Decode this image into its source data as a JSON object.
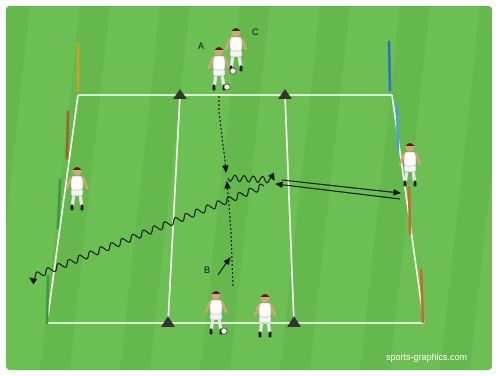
{
  "players": [
    {
      "name": "player-a",
      "label": "A",
      "facing": "down"
    },
    {
      "name": "player-c",
      "label": "C",
      "facing": "down"
    },
    {
      "name": "player-b",
      "label": "B",
      "facing": "up"
    },
    {
      "name": "player-bottom-2",
      "label": "",
      "facing": "up"
    },
    {
      "name": "player-left",
      "label": "",
      "facing": "right"
    },
    {
      "name": "player-right",
      "label": "",
      "facing": "left"
    }
  ],
  "poles": {
    "top_left": "#c9a227",
    "left_upper": "#a0622d",
    "left_lower": "#3b9a3b",
    "bottom_left": "#3b9a3b",
    "top_right": "#2f6fc9",
    "right_upper": "#4aa3d6",
    "right_lower": "#d0662a",
    "bottom_right": "#d0662a"
  },
  "colors": {
    "grass_light": "#74c45b",
    "grass_dark": "#5fb347",
    "line": "#ffffff",
    "cone": "#333333",
    "arrow": "#111111"
  },
  "credit": "sports-graphics.com"
}
